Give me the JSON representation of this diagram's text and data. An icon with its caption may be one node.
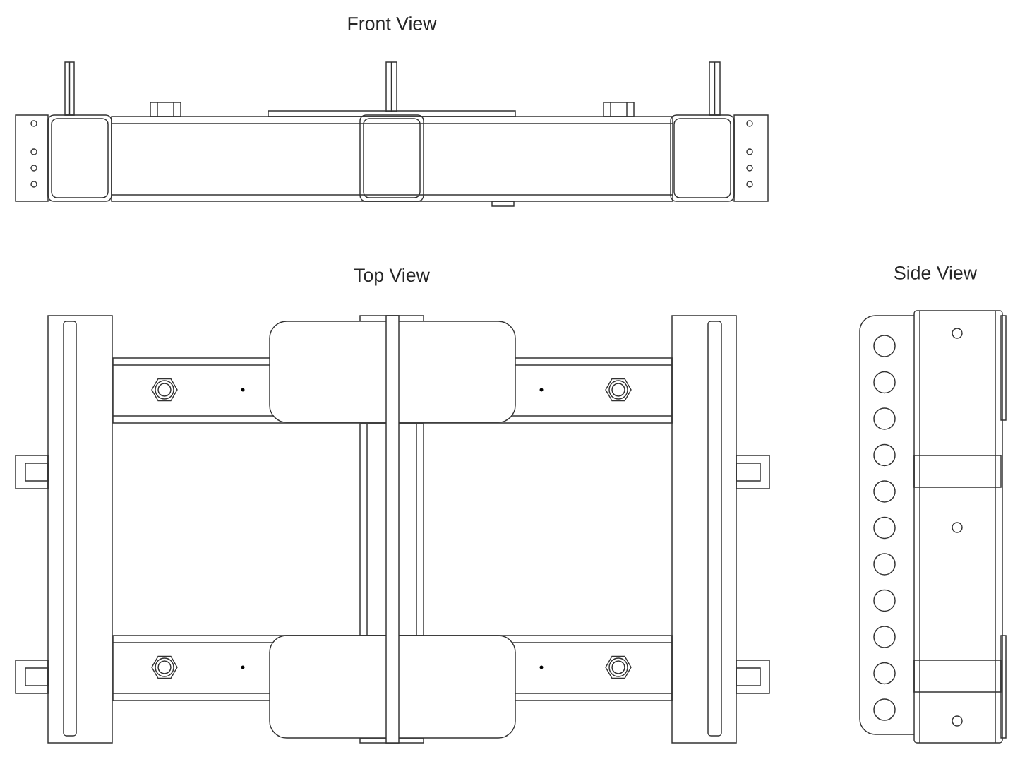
{
  "diagram": {
    "labels": [
      "Front View",
      "Top View",
      "Side View"
    ]
  }
}
